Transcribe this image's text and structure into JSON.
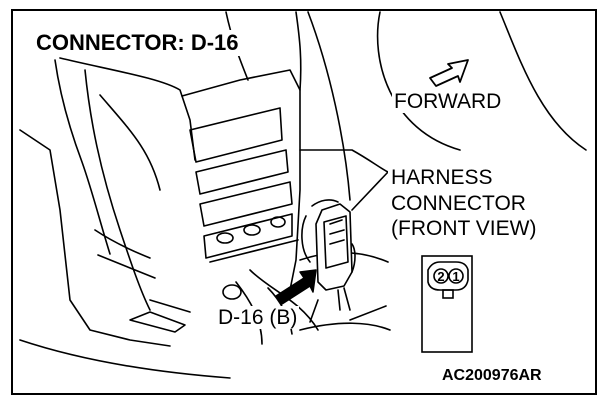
{
  "title": "CONNECTOR: D-16",
  "labels": {
    "forward": "FORWARD",
    "harness_line1": "HARNESS",
    "harness_line2": "CONNECTOR",
    "harness_line3": "(FRONT VIEW)",
    "connector_id": "D-16 (B)",
    "figure_code": "AC200976AR"
  },
  "connector_face": {
    "pins": [
      "2",
      "1"
    ]
  },
  "colors": {
    "line": "#000000",
    "background": "#ffffff"
  }
}
